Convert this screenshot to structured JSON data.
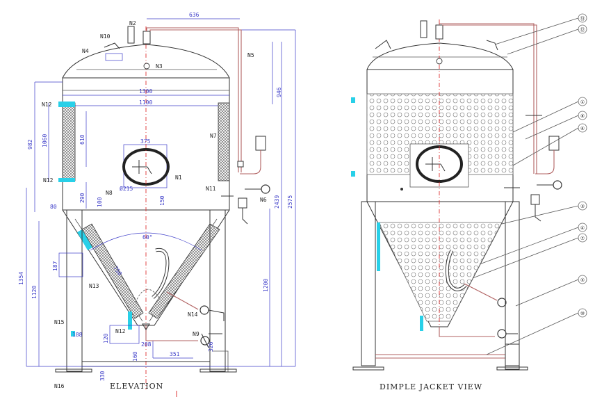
{
  "views": {
    "elevation_caption": "ELEVATION",
    "dimple_caption": "DIMPLE JACKET VIEW"
  },
  "elevation": {
    "nozzles": {
      "n1": "N1",
      "n2": "N2",
      "n3": "N3",
      "n4": "N4",
      "n5": "N5",
      "n6": "N6",
      "n7": "N7",
      "n8": "N8",
      "n9": "N9",
      "n10": "N10",
      "n11": "N11",
      "n12a": "N12",
      "n12b": "N12",
      "n12c": "N12",
      "n13": "N13",
      "n14": "N14",
      "n15": "N15",
      "n16": "N16"
    },
    "dims": {
      "d636": "636",
      "d1300": "1300",
      "d1100": "1100",
      "d946": "946",
      "d375": "375",
      "d1060": "1060",
      "d610": "610",
      "d982": "982",
      "d290": "290",
      "d2439": "2439",
      "d2575": "2575",
      "d60deg": "60°",
      "d187": "187",
      "d1354": "1354",
      "d1120": "1120",
      "d1200": "1200",
      "d188": "188",
      "d351": "351",
      "d208": "208",
      "d120": "120",
      "d160": "160",
      "d80": "80",
      "d100": "100",
      "d150": "150",
      "d330": "330",
      "d326": "326",
      "d215": "Ø215",
      "d750": "750"
    }
  },
  "dimple": {
    "balloons": [
      "⑬",
      "⑫",
      "①",
      "⑧",
      "⑥",
      "③",
      "④",
      "⑦",
      "⑤",
      "⑩"
    ]
  },
  "colors": {
    "dimension": "#3b3bc8",
    "pipe": "#b06060",
    "centerline": "#d33",
    "highlight": "#28d0e8"
  }
}
